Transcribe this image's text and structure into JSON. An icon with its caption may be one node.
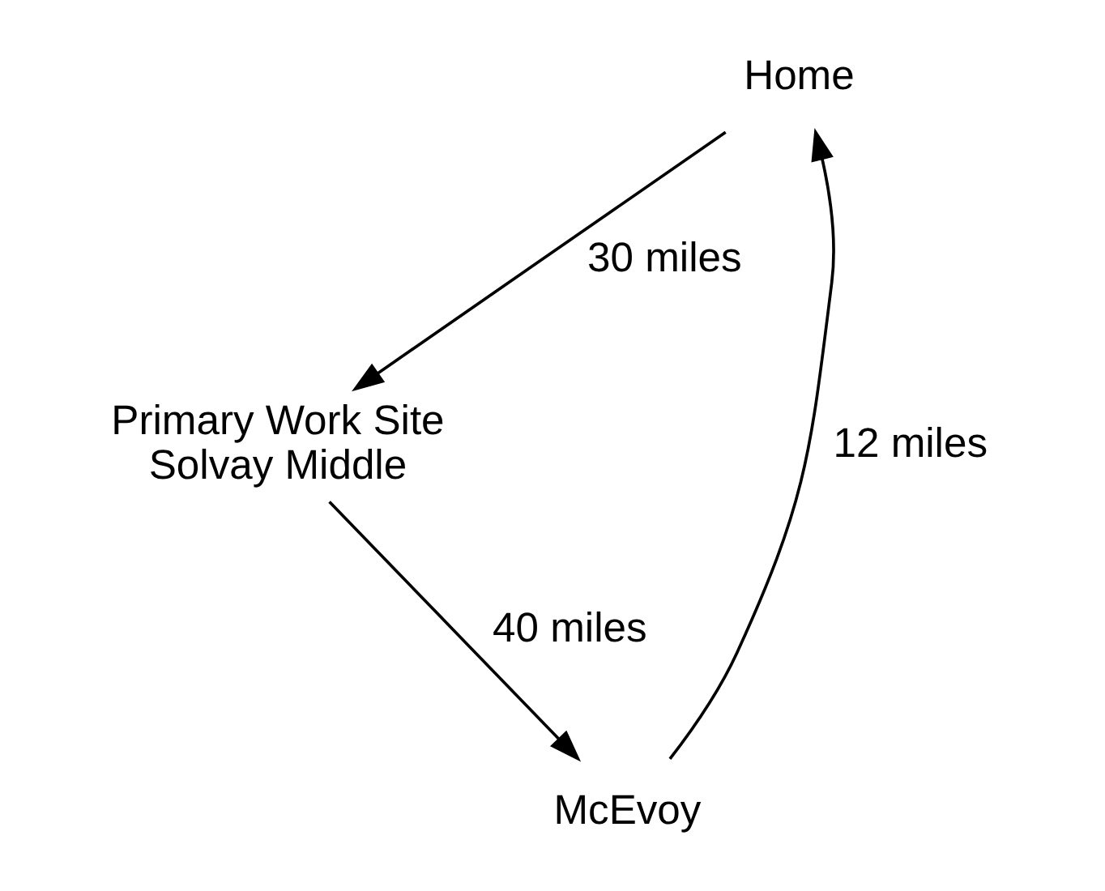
{
  "diagram": {
    "nodes": [
      {
        "text": [
          "Home"
        ]
      },
      {
        "text": [
          "Primary Work Site",
          "Solvay Middle"
        ]
      },
      {
        "text": [
          "McEvoy"
        ]
      }
    ],
    "edges": [
      {
        "from": 0,
        "to": 1,
        "arrow": "to",
        "label": "30 miles"
      },
      {
        "from": 1,
        "to": 2,
        "arrow": "to",
        "label": "40 miles"
      },
      {
        "from": 2,
        "to": 0,
        "arrow": "to",
        "label": "12 miles"
      }
    ]
  }
}
